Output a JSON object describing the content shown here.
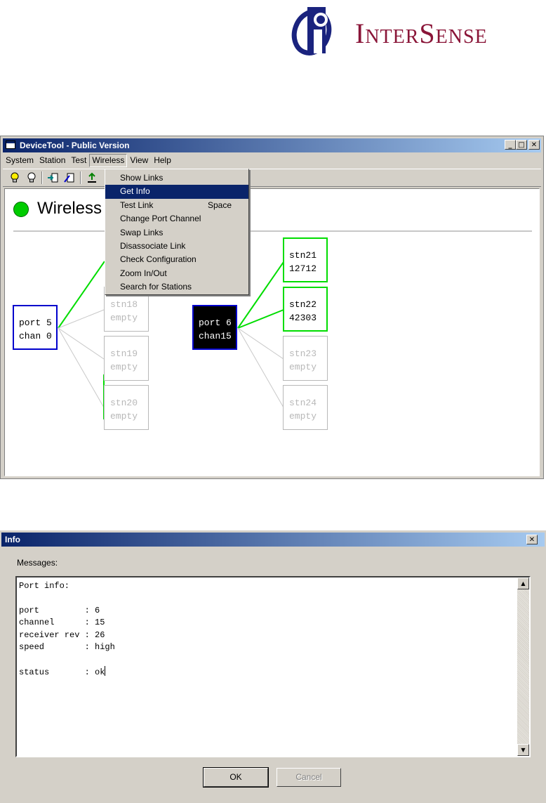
{
  "logo": {
    "brand": "InterSense",
    "brand_color": "#8a1538",
    "mark_color": "#1a237e"
  },
  "window": {
    "title": "DeviceTool - Public Version",
    "controls": {
      "minimize": "_",
      "maximize": "□",
      "close": "✕"
    },
    "menu": [
      "System",
      "Station",
      "Test",
      "Wireless",
      "View",
      "Help"
    ],
    "active_menu": "Wireless",
    "toolbar_icons": [
      "lightbulb-on-icon",
      "lightbulb-off-icon",
      "station-connect-icon",
      "station-config-icon",
      "upload-icon"
    ],
    "heading": "Wireless",
    "status_color": "#00cc00",
    "wireless_menu": [
      {
        "label": "Show Links",
        "shortcut": ""
      },
      {
        "label": "Get Info",
        "shortcut": ""
      },
      {
        "label": "Test Link",
        "shortcut": "Space"
      },
      {
        "label": "Change Port Channel",
        "shortcut": ""
      },
      {
        "label": "Swap Links",
        "shortcut": ""
      },
      {
        "label": "Disassociate Link",
        "shortcut": ""
      },
      {
        "label": "Check Configuration",
        "shortcut": ""
      },
      {
        "label": "Zoom In/Out",
        "shortcut": ""
      },
      {
        "label": "Search for Stations",
        "shortcut": ""
      }
    ],
    "highlighted_item": "Get Info",
    "ports": [
      {
        "line1": "port 5",
        "line2": "chan 0",
        "selected": false
      },
      {
        "line1": "port 6",
        "line2": "chan15",
        "selected": true
      }
    ],
    "stations": [
      {
        "line1": "stn18",
        "line2": "empty"
      },
      {
        "line1": "stn19",
        "line2": "empty"
      },
      {
        "line1": "stn20",
        "line2": "empty"
      },
      {
        "line1": "stn21",
        "line2": "12712"
      },
      {
        "line1": "stn22",
        "line2": "42303"
      },
      {
        "line1": "stn23",
        "line2": "empty"
      },
      {
        "line1": "stn24",
        "line2": "empty"
      }
    ]
  },
  "dialog": {
    "title": "Info",
    "close": "✕",
    "messages_label": "Messages:",
    "messages": "Port info:\n\nport         : 6\nchannel      : 15\nreceiver rev : 26\nspeed        : high\n\nstatus       : ok",
    "ok_label": "OK",
    "cancel_label": "Cancel"
  }
}
